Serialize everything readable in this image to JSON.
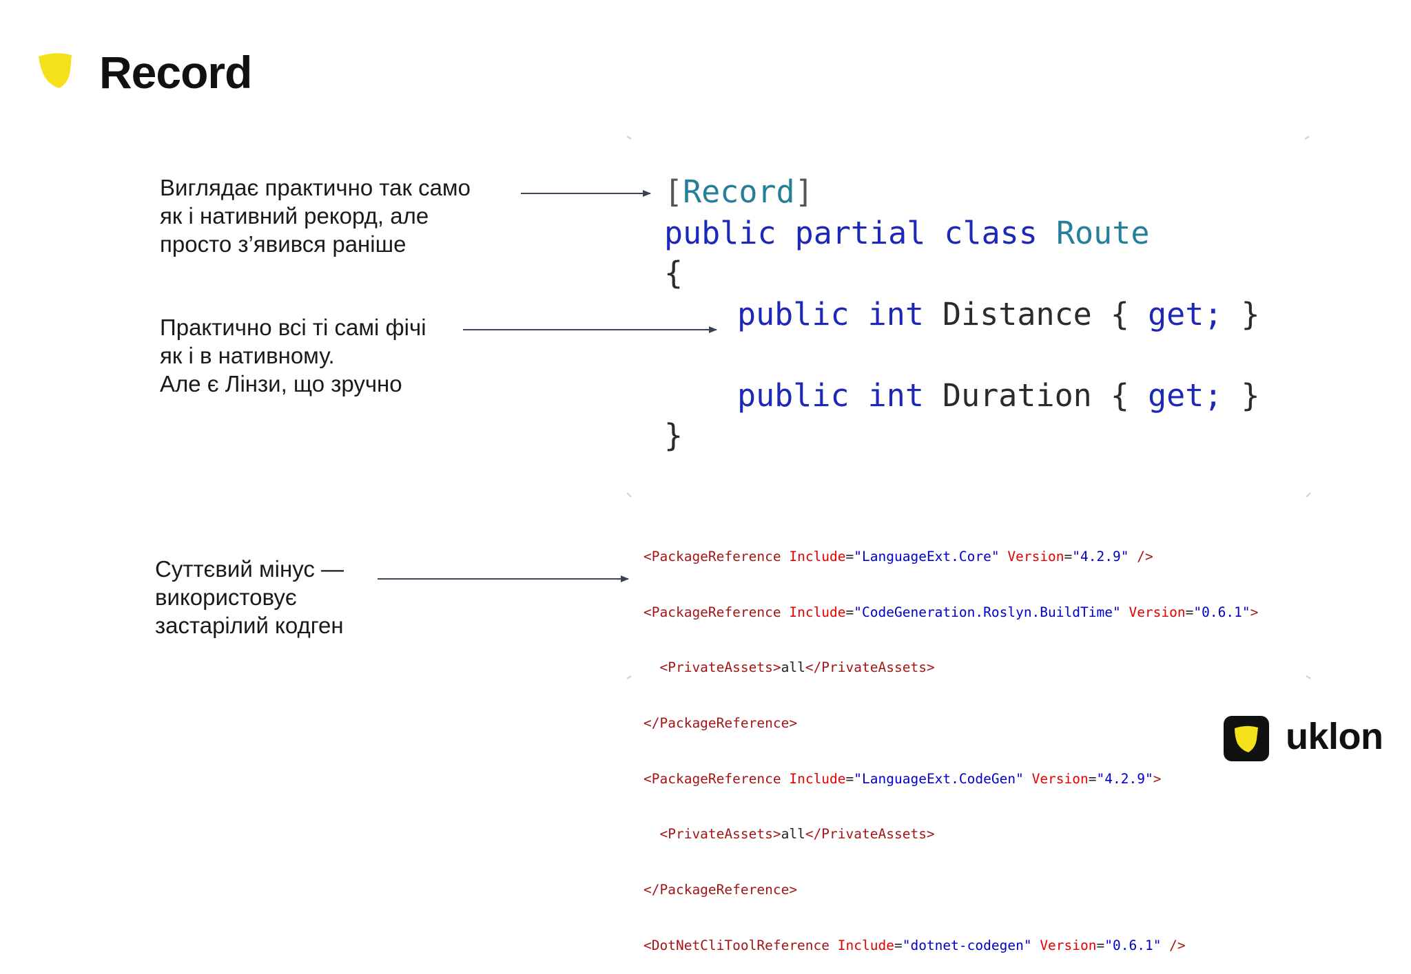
{
  "slide": {
    "title": "Record",
    "notes": [
      "Виглядає практично так само\nяк і нативний рекорд, але\nпросто з’явився раніше",
      "Практично всі ті самі фічі\nяк і в нативному.\nАле є Лінзи, що зручно",
      "Суттєвий мінус —\nвикористовує\nзастарілий кодген"
    ]
  },
  "code_csharp": {
    "line1": {
      "open": "[",
      "attr": "Record",
      "close": "]"
    },
    "line2": {
      "kw1": "public",
      "kw2": "partial",
      "kw3": "class",
      "type": "Route"
    },
    "line3": {
      "text": "{"
    },
    "line4": {
      "kw1": "public",
      "kw2": "int",
      "name": "Distance",
      "b1": "{",
      "get": "get;",
      "b2": "}"
    },
    "line5": {
      "kw1": "public",
      "kw2": "int",
      "name": "Duration",
      "b1": "{",
      "get": "get;",
      "b2": "}"
    },
    "line6": {
      "text": "}"
    }
  },
  "code_xml": [
    {
      "tag": "<PackageReference",
      "a1": "Include",
      "v1": "\"LanguageExt.Core\"",
      "a2": "Version",
      "v2": "\"4.2.9\"",
      "end": " />"
    },
    {
      "tag": "<PackageReference",
      "a1": "Include",
      "v1": "\"CodeGeneration.Roslyn.BuildTime\"",
      "a2": "Version",
      "v2": "\"0.6.1\"",
      "end": ">"
    },
    {
      "inner_open": "<PrivateAssets>",
      "inner_text": "all",
      "inner_close": "</PrivateAssets>"
    },
    {
      "close": "</PackageReference>"
    },
    {
      "tag": "<PackageReference",
      "a1": "Include",
      "v1": "\"LanguageExt.CodeGen\"",
      "a2": "Version",
      "v2": "\"4.2.9\"",
      "end": ">"
    },
    {
      "inner_open": "<PrivateAssets>",
      "inner_text": "all",
      "inner_close": "</PrivateAssets>"
    },
    {
      "close": "</PackageReference>"
    },
    {
      "tag": "<DotNetCliToolReference",
      "a1": "Include",
      "v1": "\"dotnet-codegen\"",
      "a2": "Version",
      "v2": "\"0.6.1\"",
      "end": " />"
    }
  ],
  "brand": {
    "name": "uklon"
  },
  "colors": {
    "accent_yellow": "#f5e11a",
    "keyword": "#1d27b8",
    "type": "#267f99",
    "xml_tag": "#a31515",
    "xml_attr": "#e50000",
    "xml_value": "#0000c8"
  },
  "icons": {
    "title_mark": "yellow-shield-icon",
    "brand_mark": "uklon-logo-icon"
  }
}
